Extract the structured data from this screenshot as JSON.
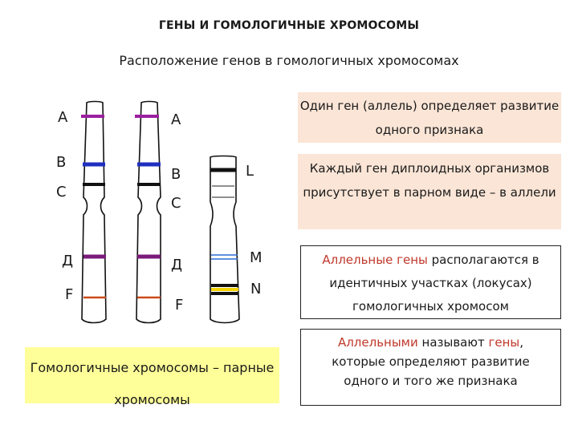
{
  "header": {
    "title": "ГЕНЫ И ГОМОЛОГИЧНЫЕ ХРОМОСОМЫ",
    "subtitle": "Расположение генов в гомологичных хромосомах"
  },
  "chromosome_labels": {
    "left": [
      "А",
      "В",
      "С",
      "Д",
      "F"
    ],
    "middle": [
      "А",
      "В",
      "С",
      "Д",
      "F"
    ],
    "right": [
      "L",
      "M",
      "N"
    ]
  },
  "gene_colors": {
    "A": "#9b1fa0",
    "B": "#1f2fbf",
    "C": "#111111",
    "D": "#7a1a7a",
    "F": "#cc4a1a",
    "M": "#2a6fd6",
    "N": "#f2d200"
  },
  "boxes": {
    "box1": "Один ген (аллель) определяет развитие одного признака",
    "box2": "Каждый ген диплоидных организмов присутствует в парном виде – в аллели",
    "box3": {
      "highlight": "Аллельные гены",
      "rest": " располагаются в идентичных участках (локусах) гомологичных хромосом"
    },
    "box4": {
      "highlight1": "Аллельными",
      "mid1": " называют ",
      "highlight2": "гены",
      "rest": ", которые определяют развитие одного и того же признака"
    },
    "yellow": "Гомологичные хромосомы – парные хромосомы"
  },
  "colors": {
    "highlight_text": "#c0392b",
    "peach_fill": "#fbe5d6",
    "yellow_fill": "#ffff99"
  }
}
